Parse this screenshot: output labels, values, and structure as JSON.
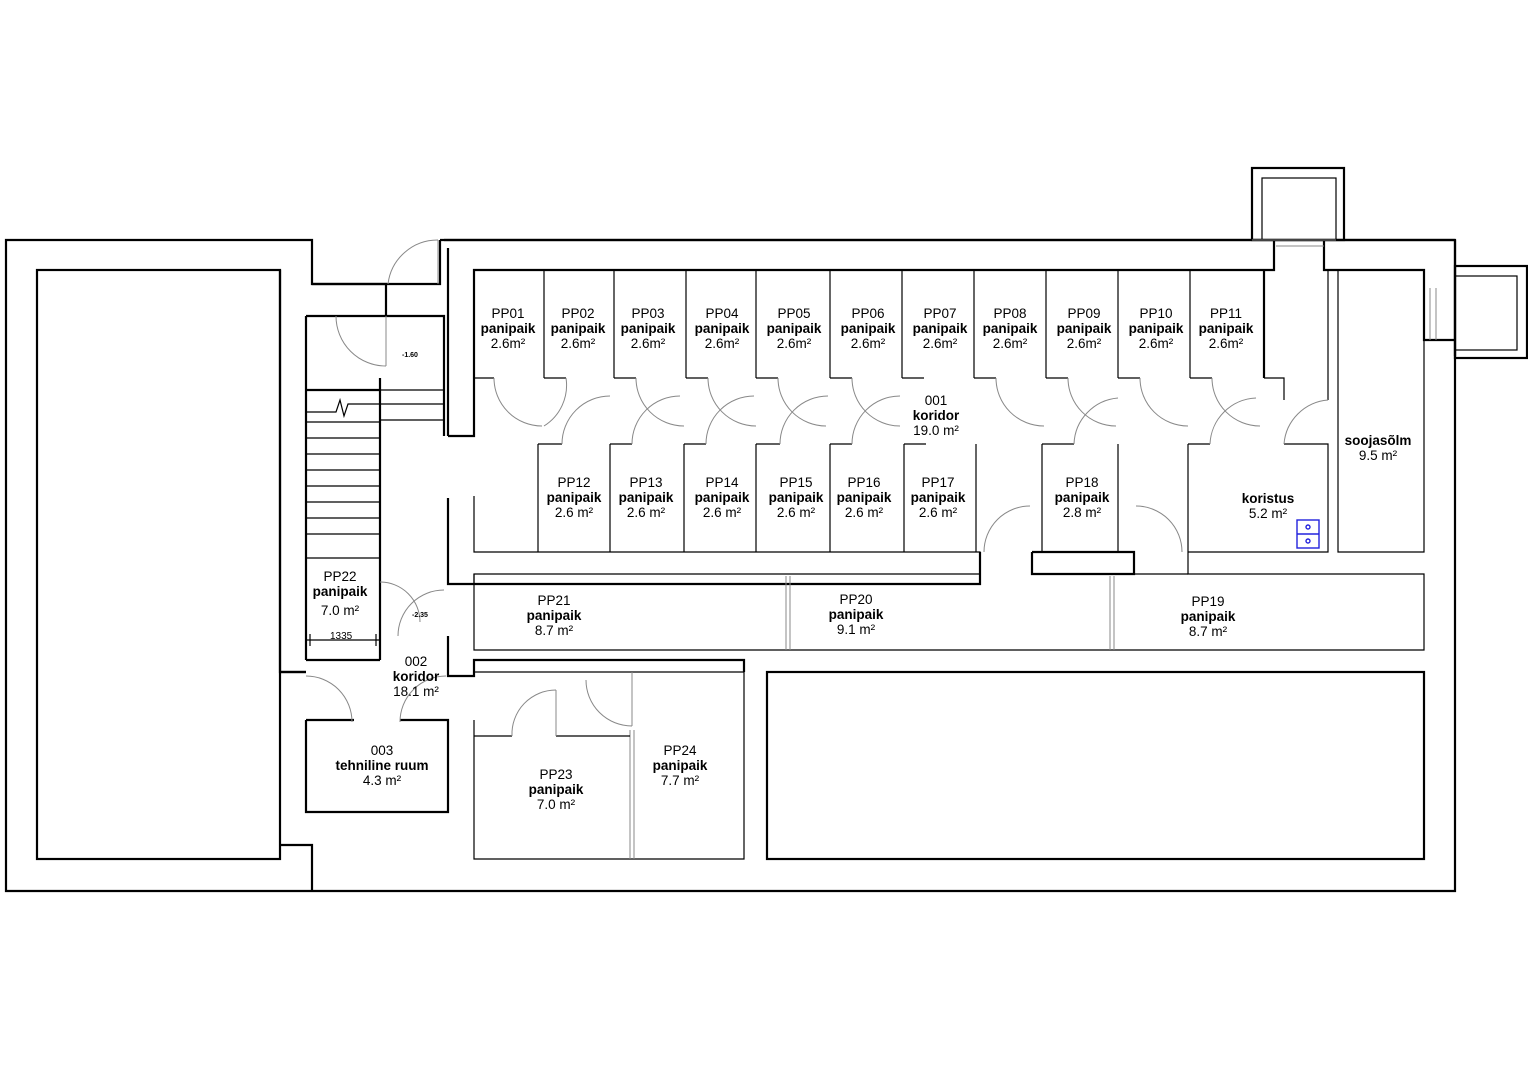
{
  "rooms": {
    "pp01": {
      "num": "PP01",
      "func": "panipaik",
      "area": "2.6m²"
    },
    "pp02": {
      "num": "PP02",
      "func": "panipaik",
      "area": "2.6m²"
    },
    "pp03": {
      "num": "PP03",
      "func": "panipaik",
      "area": "2.6m²"
    },
    "pp04": {
      "num": "PP04",
      "func": "panipaik",
      "area": "2.6m²"
    },
    "pp05": {
      "num": "PP05",
      "func": "panipaik",
      "area": "2.6m²"
    },
    "pp06": {
      "num": "PP06",
      "func": "panipaik",
      "area": "2.6m²"
    },
    "pp07": {
      "num": "PP07",
      "func": "panipaik",
      "area": "2.6m²"
    },
    "pp08": {
      "num": "PP08",
      "func": "panipaik",
      "area": "2.6m²"
    },
    "pp09": {
      "num": "PP09",
      "func": "panipaik",
      "area": "2.6m²"
    },
    "pp10": {
      "num": "PP10",
      "func": "panipaik",
      "area": "2.6m²"
    },
    "pp11": {
      "num": "PP11",
      "func": "panipaik",
      "area": "2.6m²"
    },
    "pp12": {
      "num": "PP12",
      "func": "panipaik",
      "area": "2.6 m²"
    },
    "pp13": {
      "num": "PP13",
      "func": "panipaik",
      "area": "2.6 m²"
    },
    "pp14": {
      "num": "PP14",
      "func": "panipaik",
      "area": "2.6 m²"
    },
    "pp15": {
      "num": "PP15",
      "func": "panipaik",
      "area": "2.6 m²"
    },
    "pp16": {
      "num": "PP16",
      "func": "panipaik",
      "area": "2.6 m²"
    },
    "pp17": {
      "num": "PP17",
      "func": "panipaik",
      "area": "2.6 m²"
    },
    "pp18": {
      "num": "PP18",
      "func": "panipaik",
      "area": "2.8 m²"
    },
    "pp19": {
      "num": "PP19",
      "func": "panipaik",
      "area": "8.7 m²"
    },
    "pp20": {
      "num": "PP20",
      "func": "panipaik",
      "area": "9.1 m²"
    },
    "pp21": {
      "num": "PP21",
      "func": "panipaik",
      "area": "8.7 m²"
    },
    "pp22": {
      "num": "PP22",
      "func": "panipaik",
      "area": "7.0 m²"
    },
    "pp23": {
      "num": "PP23",
      "func": "panipaik",
      "area": "7.0 m²"
    },
    "pp24": {
      "num": "PP24",
      "func": "panipaik",
      "area": "7.7 m²"
    },
    "r001": {
      "num": "001",
      "func": "koridor",
      "area": "19.0 m²"
    },
    "r002": {
      "num": "002",
      "func": "koridor",
      "area": "18.1 m²"
    },
    "r003": {
      "num": "003",
      "func": "tehniline ruum",
      "area": "4.3 m²"
    },
    "koristus": {
      "func": "koristus",
      "area": "5.2 m²"
    },
    "soojasolm": {
      "func": "soojasõlm",
      "area": "9.5 m²"
    }
  },
  "levels": {
    "stair_top": "-1.60",
    "corridor": "-2.35"
  },
  "dimensions": {
    "stair_width": "1335"
  },
  "colors": {
    "walls": "#000000",
    "doors": "#888888",
    "fixture": "#2222dd"
  }
}
